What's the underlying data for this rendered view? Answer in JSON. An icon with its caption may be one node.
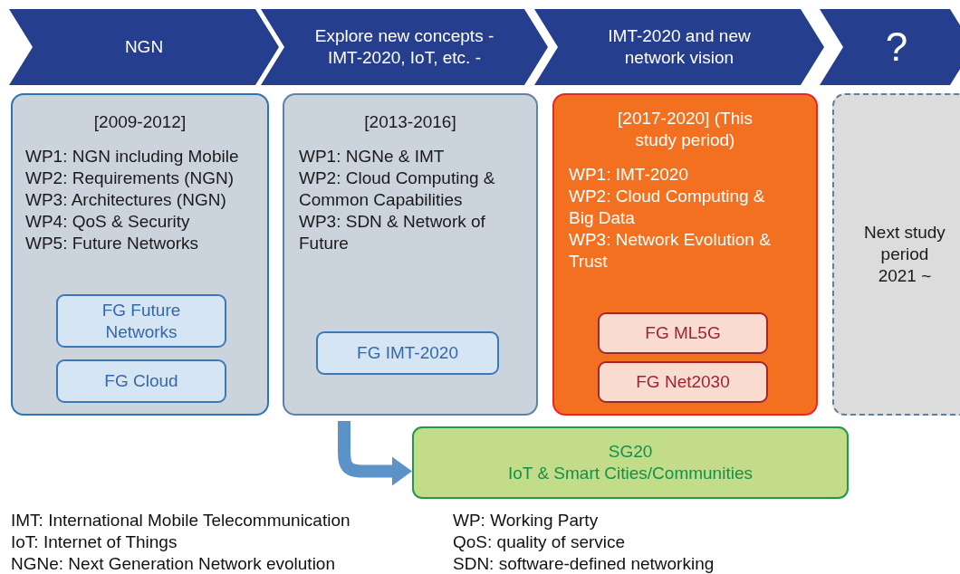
{
  "diagram": {
    "nodes": [
      {
        "text": [
          "NGN"
        ]
      },
      {
        "text": [
          "Explore new concepts - IMT-2020, IoT, etc. -"
        ]
      },
      {
        "text": [
          "IMT-2020 and new network vision"
        ]
      },
      {
        "text": [
          "?"
        ]
      },
      {
        "text": [
          "[2009-2012]",
          "WP1: NGN including Mobile",
          "WP2: Requirements (NGN)",
          "WP3: Architectures (NGN)",
          "WP4: QoS & Security",
          "WP5: Future Networks"
        ]
      },
      {
        "text": [
          "FG Future Networks"
        ],
        "in": 4
      },
      {
        "text": [
          "FG Cloud"
        ],
        "in": 4
      },
      {
        "text": [
          "[2013-2016]",
          "WP1: NGNe & IMT",
          "WP2: Cloud Computing & Common Capabilities",
          "WP3: SDN & Network of Future"
        ]
      },
      {
        "text": [
          "FG IMT-2020"
        ],
        "in": 7
      },
      {
        "text": [
          "[2017-2020] (This study period)",
          "WP1: IMT-2020",
          "WP2: Cloud Computing & Big Data",
          "WP3: Network Evolution & Trust"
        ]
      },
      {
        "text": [
          "FG ML5G"
        ],
        "in": 9
      },
      {
        "text": [
          "FG Net2030"
        ],
        "in": 9
      },
      {
        "text": [
          "Next study period 2021 ~"
        ]
      },
      {
        "text": [
          "SG20",
          "IoT & Smart Cities/Communities"
        ]
      }
    ],
    "edges": [
      {
        "from": 7,
        "to": 13,
        "arrow": "to",
        "color": "#5b93c8"
      }
    ],
    "labels": [
      "IMT: International Mobile Telecommunication",
      "WP: Working Party",
      "IoT: Internet of Things",
      "QoS: quality of service",
      "NGNe: Next Generation Network evolution",
      "SDN: software-defined networking"
    ]
  }
}
